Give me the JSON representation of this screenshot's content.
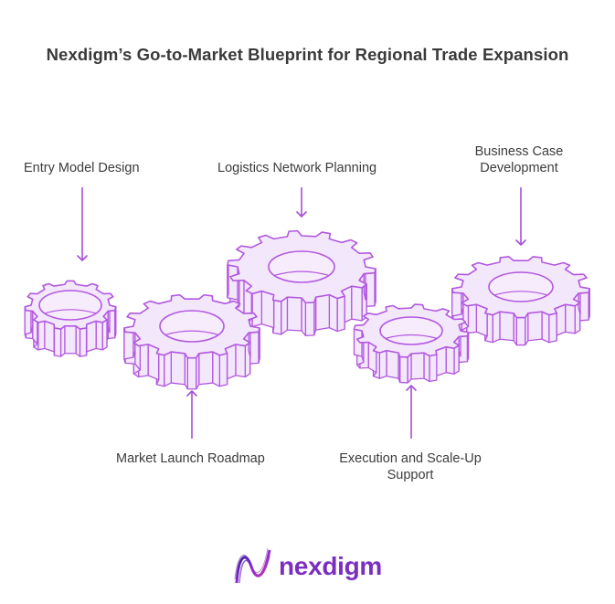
{
  "title": "Nexdigm’s Go-to-Market Blueprint for Regional Trade Expansion",
  "labels": {
    "entry_model": "Entry Model Design",
    "logistics": "Logistics Network Planning",
    "business_case_line1": "Business Case",
    "business_case_line2": "Development",
    "market_launch": "Market Launch Roadmap",
    "execution_line1": "Execution and Scale-Up",
    "execution_line2": "Support"
  },
  "brand": {
    "name": "nexdigm",
    "logo_icon": "nexdigm-wave-logo-icon",
    "color": "#7b2fbf"
  },
  "colors": {
    "gear_fill": "#f3e7fb",
    "gear_stroke": "#b258e0",
    "arrow": "#a74fd6",
    "text": "#3c3c3c"
  },
  "icons": [
    "gear-icon",
    "arrow-down-icon",
    "arrow-up-icon"
  ]
}
